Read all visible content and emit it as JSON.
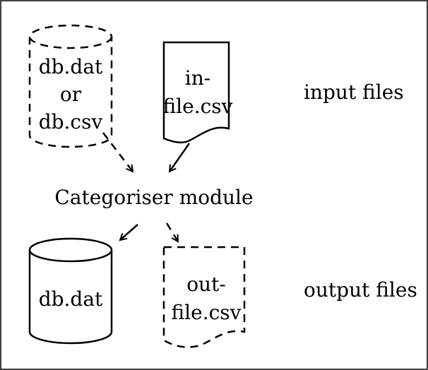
{
  "inputs": {
    "db_source": {
      "line1": "db.dat",
      "line2": "or",
      "line3": "db.csv"
    },
    "infile": {
      "line1": "in-",
      "line2": "file.csv"
    },
    "row_label": "input files"
  },
  "module": {
    "label": "Categoriser module"
  },
  "outputs": {
    "db_out": {
      "label": "db.dat"
    },
    "outfile": {
      "line1": "out-",
      "line2": "file.csv"
    },
    "row_label": "output files"
  }
}
